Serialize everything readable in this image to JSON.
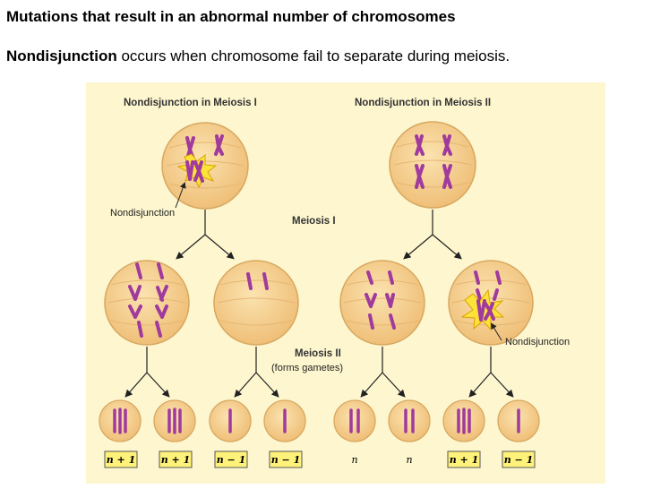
{
  "slide": {
    "title": "Mutations that result in an abnormal number of chromosomes",
    "term": "Nondisjunction",
    "description": " occurs when chromosome fail to separate during meiosis."
  },
  "diagram": {
    "left_title": "Nondisjunction in Meiosis I",
    "right_title": "Nondisjunction in Meiosis II",
    "stage1_label": "Meiosis I",
    "stage2_label": "Meiosis II",
    "stage2_sub": "(forms gametes)",
    "nondisjunction_label_left": "Nondisjunction",
    "nondisjunction_label_right": "Nondisjunction",
    "gametes": [
      "n + 1",
      "n + 1",
      "n − 1",
      "n − 1",
      "n",
      "n",
      "n + 1",
      "n − 1"
    ],
    "colors": {
      "panel_bg": "#fdf6cf",
      "cell_fill": "#f5cf8c",
      "cell_edge": "#d8a860",
      "chromosome": "#a03a9c",
      "burst": "#fde23a",
      "label_box": "#fff27a"
    }
  }
}
